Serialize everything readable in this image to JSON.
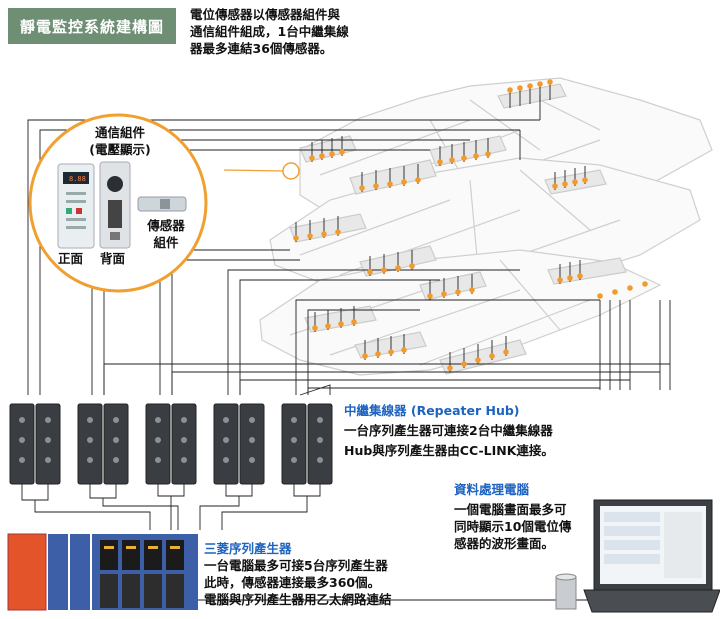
{
  "header": {
    "title": "靜電監控系統建構圖",
    "intro_lines": [
      "電位傳感器以傳感器組件與",
      "通信組件組成，1台中繼集線",
      "器最多連結36個傳感器。"
    ]
  },
  "callout": {
    "comm_unit_lines": [
      "通信組件",
      "(電壓顯示)"
    ],
    "sensor_unit_lines": [
      "傳感器",
      "組件"
    ],
    "front_label": "正面",
    "back_label": "背面",
    "device_display": "8.88"
  },
  "hub": {
    "title": "中繼集線器 (Repeater Hub)",
    "lines": [
      "一台序列產生器可連接2台中繼集線器",
      "Hub與序列產生器由CC-LINK連接。"
    ]
  },
  "pc": {
    "title": "資料處理電腦",
    "lines": [
      "一個電腦畫面最多可",
      "同時顯示10個電位傳",
      "感器的波形畫面。"
    ]
  },
  "plc": {
    "title": "三菱序列產生器",
    "lines": [
      "一台電腦最多可接5台序列產生器",
      "此時，傳感器連接最多360個。",
      "電腦與序列產生器用乙太網路連結"
    ]
  },
  "colors": {
    "title_bg": "#6f8f74",
    "accent_blue": "#1e63c0",
    "sensor_dot": "#f29a2e",
    "callout_ring": "#f0a030"
  }
}
